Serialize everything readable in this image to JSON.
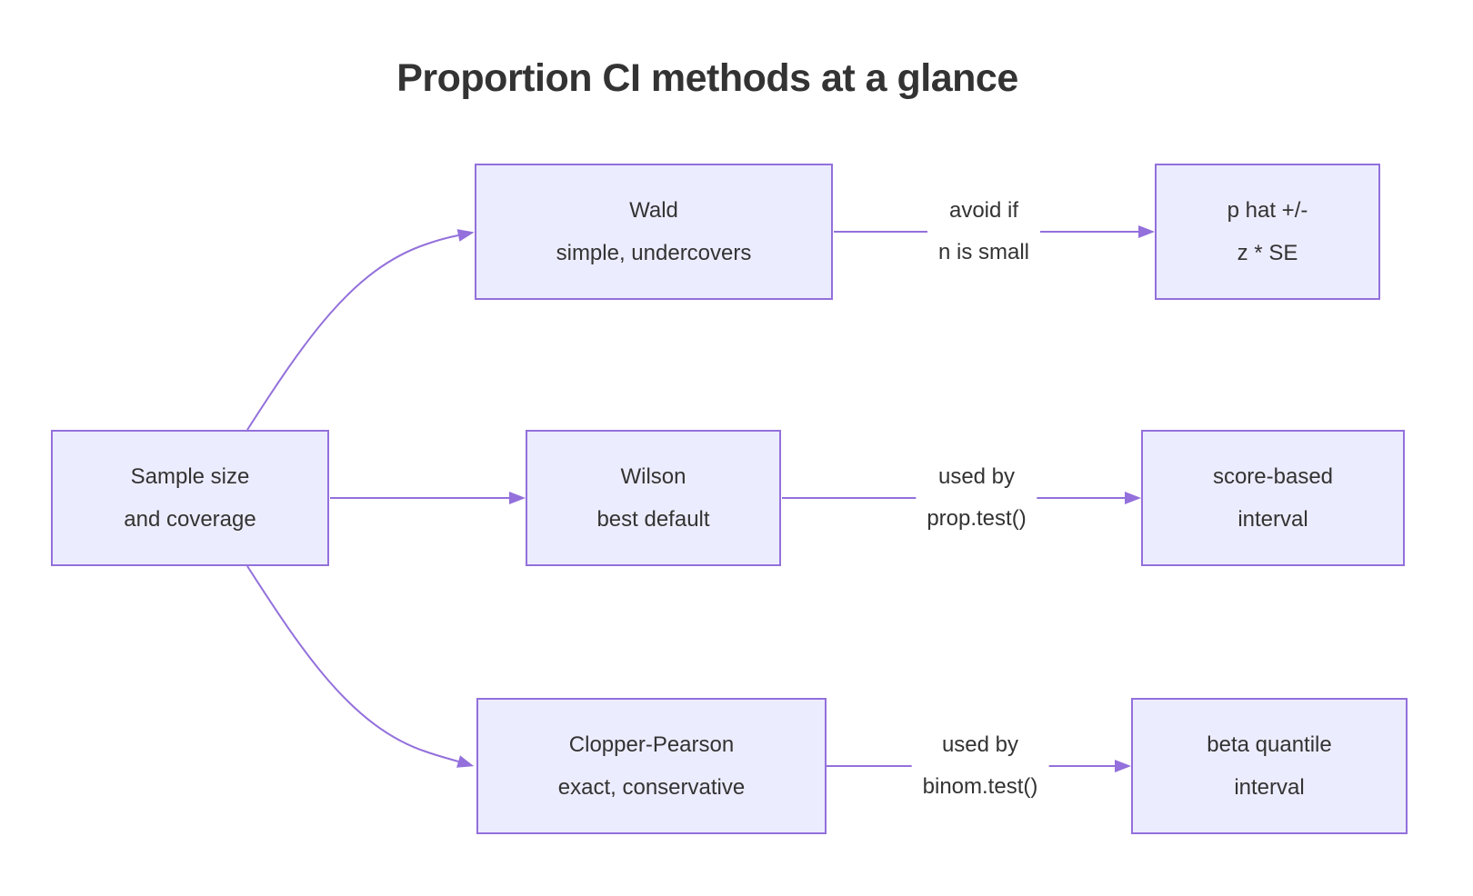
{
  "title": "Proportion CI methods at a glance",
  "colors": {
    "node_fill": "#ECECFF",
    "node_border": "#9370DB",
    "edge": "#9370DB",
    "text": "#333333",
    "background": "#FFFFFF"
  },
  "nodes": {
    "sample": {
      "line1": "Sample size",
      "line2": "and coverage"
    },
    "wald": {
      "line1": "Wald",
      "line2": "simple, undercovers"
    },
    "wilson": {
      "line1": "Wilson",
      "line2": "best default"
    },
    "clopper": {
      "line1": "Clopper-Pearson",
      "line2": "exact, conservative"
    },
    "wald_result": {
      "line1": "p hat +/-",
      "line2": "z * SE"
    },
    "wilson_result": {
      "line1": "score-based",
      "line2": "interval"
    },
    "clopper_result": {
      "line1": "beta quantile",
      "line2": "interval"
    }
  },
  "edge_labels": {
    "wald": {
      "line1": "avoid if",
      "line2": "n is small"
    },
    "wilson": {
      "line1": "used by",
      "line2": "prop.test()"
    },
    "clopper": {
      "line1": "used by",
      "line2": "binom.test()"
    }
  }
}
